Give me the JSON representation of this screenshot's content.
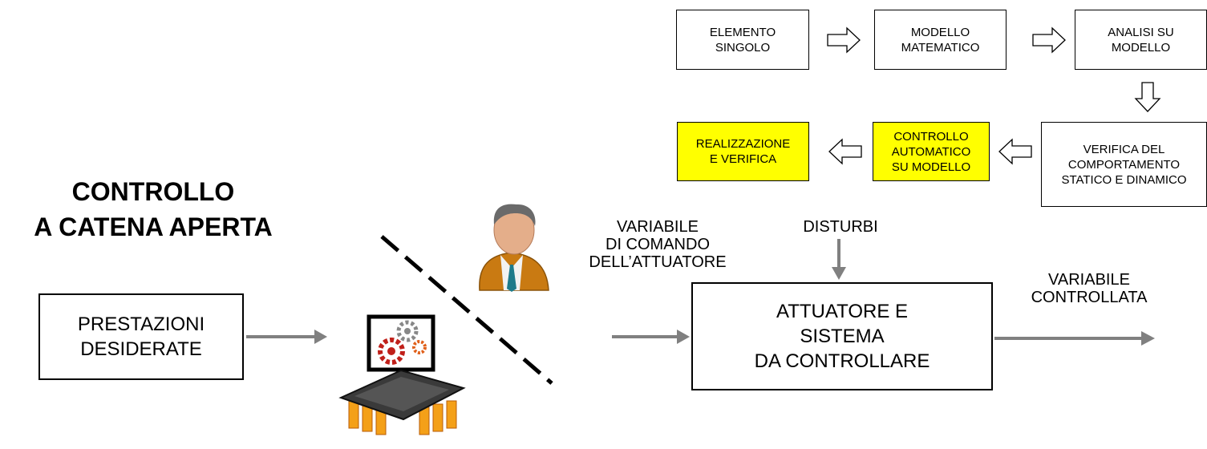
{
  "title": "CONTROLLO\nA CATENA APERTA",
  "process_flow": {
    "step_1": "ELEMENTO\nSINGOLO",
    "step_2": "MODELLO\nMATEMATICO",
    "step_3": "ANALISI SU\nMODELLO",
    "step_4": "VERIFICA DEL\nCOMPORTAMENTO\nSTATICO E DINAMICO",
    "step_5": "CONTROLLO\nAUTOMATICO\nSU MODELLO",
    "step_6": "REALIZZAZIONE\nE VERIFICA",
    "highlight_color": "#ffff00"
  },
  "control_diagram": {
    "input_box": "PRESTAZIONI\nDESIDERATE",
    "system_box": "ATTUATORE E\nSISTEMA\nDA CONTROLLARE",
    "command_label": "VARIABILE\nDI COMANDO\nDELL’ATTUATORE",
    "disturbance_label": "DISTURBI",
    "output_label": "VARIABILE\nCONTROLLATA",
    "controller_icon": "microchip-gears-icon",
    "operator_icon": "businessman-icon",
    "arrow_color": "#808080"
  }
}
